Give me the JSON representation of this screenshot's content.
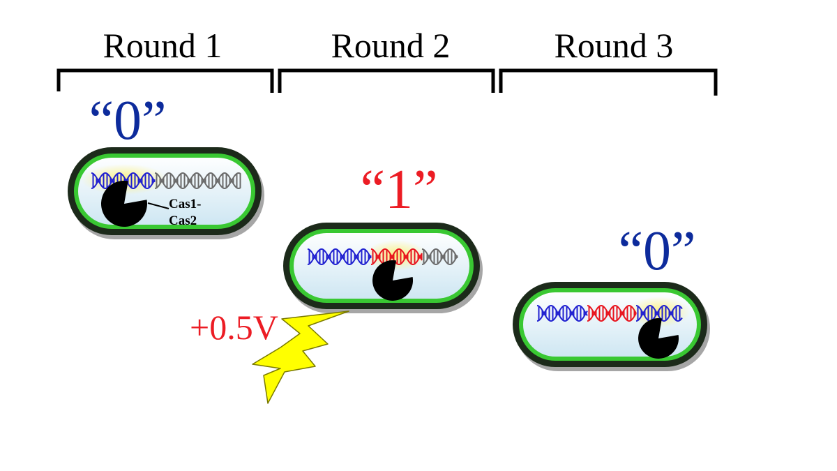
{
  "rounds": [
    {
      "label": "Round 1"
    },
    {
      "label": "Round 2"
    },
    {
      "label": "Round 3"
    }
  ],
  "bits": [
    {
      "label": "“0”",
      "color": "#0d2b9c"
    },
    {
      "label": "“1”",
      "color": "#ec1c24"
    },
    {
      "label": "“0”",
      "color": "#0d2b9c"
    }
  ],
  "enzyme": {
    "label_line1": "Cas1-",
    "label_line2": "Cas2"
  },
  "stimulus": {
    "label": "+0.5V",
    "color": "#ec1c24",
    "bolt_color": "#ffff00"
  },
  "colors": {
    "membrane_outer": "#1c2a1a",
    "membrane_green": "#39c832",
    "cytoplasm_top": "#ffffff",
    "cytoplasm_bottom": "#cde6f2",
    "dna_blue": "#2020d0",
    "dna_red": "#e8141e",
    "dna_gray": "#6a6a6a",
    "highlight": "#fff27a",
    "bracket": "#000000"
  }
}
